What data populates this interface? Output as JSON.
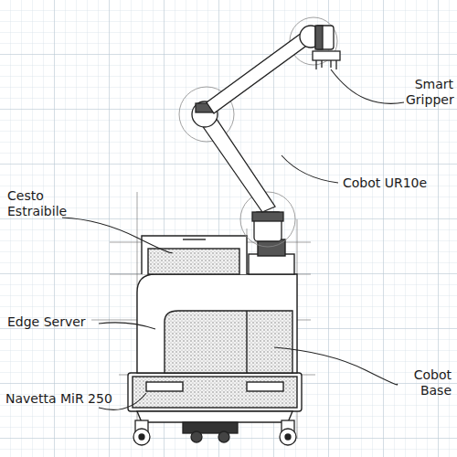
{
  "diagram": {
    "labels": [
      "Smart Gripper",
      "Cobot UR10e",
      "Cesto Estraibile",
      "Edge Server",
      "Navetta MiR 250",
      "Cobot Base"
    ]
  }
}
